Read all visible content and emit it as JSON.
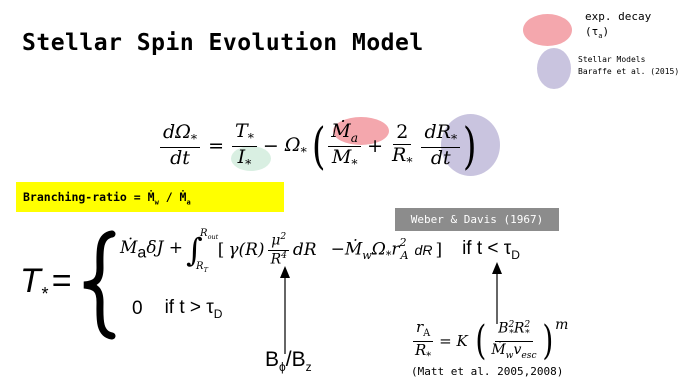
{
  "title": "Stellar Spin Evolution Model",
  "legend": {
    "red_label": "exp. decay",
    "red_sub_tau": "τ",
    "red_sub_a": "a",
    "purple_line1": "Stellar Models",
    "purple_line2": "Baraffe et al. (2015)"
  },
  "equation1": {
    "d_omega": "dΩ",
    "star": "*",
    "dt": "dt",
    "equals": "=",
    "T": "T",
    "I": "I",
    "minus": "−",
    "Omega": "Ω",
    "Mdot_a_num": "Ṁ",
    "a": "a",
    "M": "M",
    "plus": "+",
    "two": "2",
    "R": "R",
    "dR": "dR"
  },
  "branching": {
    "text": "Branching-ratio = Ṁ",
    "sub_w": "w",
    "slash": " / Ṁ",
    "sub_a": "a"
  },
  "weber": "Weber & Davis (1967)",
  "torque": {
    "T": "T",
    "star": "*",
    "equals": "=",
    "line1_part1": "Ṁ",
    "line1_sub_a": "a",
    "line1_part2": "δJ + ",
    "integral": "∫",
    "int_upper": "R",
    "int_upper_sub": "out",
    "int_lower": "R",
    "int_lower_sub": "T",
    "bracket_open": "[",
    "gamma": "γ(R)",
    "mu": "μ",
    "mu_sup": "2",
    "R4": "R",
    "R4_sup": "4",
    "dR1": "dR",
    "minus_M": "−Ṁ",
    "w": "w",
    "Omega_r": "Ω",
    "star_r": "*",
    "r": "r",
    "r_sup": "2",
    "r_sub": "A",
    "dR2": "dR",
    "bracket_close": "]",
    "cond1": "if  t < τ",
    "cond1_sub": "D",
    "line2_zero": "0",
    "cond2": "if  t > τ",
    "cond2_sub": "D"
  },
  "bphi": {
    "B": "B",
    "phi": "ϕ",
    "slash": "/B",
    "z": "z"
  },
  "matt": {
    "rA": "r",
    "rA_sub": "A",
    "Rstar": "R",
    "equals": "= K",
    "B": "B",
    "B_sup": "2",
    "R_sup": "2",
    "Mdot": "Ṁ",
    "w": "w",
    "v": "v",
    "esc": "esc",
    "m": "m",
    "citation": "(Matt et al. 2005,2008)"
  },
  "colors": {
    "red_ellipse": "#f4a7ad",
    "purple_ellipse": "#c9c4df",
    "green_ellipse": "#d9efe2",
    "yellow_box": "#ffff00",
    "gray_box": "#8c8c8c"
  }
}
